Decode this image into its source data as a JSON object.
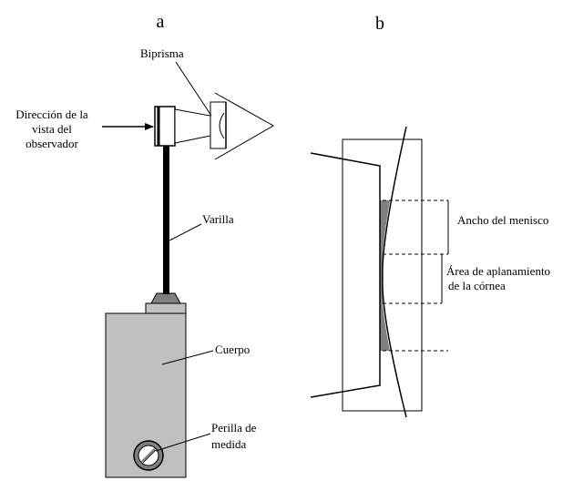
{
  "panels": {
    "a": "a",
    "b": "b"
  },
  "labels": {
    "biprism": "Biprisma",
    "observer_line1": "Dirección de la",
    "observer_line2": "vista del",
    "observer_line3": "observador",
    "rod": "Varilla",
    "body": "Cuerpo",
    "knob_line1": "Perilla de",
    "knob_line2": "medida",
    "meniscus": "Ancho del menisco",
    "flattening_line1": "Área de aplanamiento",
    "flattening_line2": "de la córnea"
  },
  "colors": {
    "body_fill": "#c0c0c0",
    "meniscus_fill": "#808080",
    "stroke": "#000000"
  }
}
